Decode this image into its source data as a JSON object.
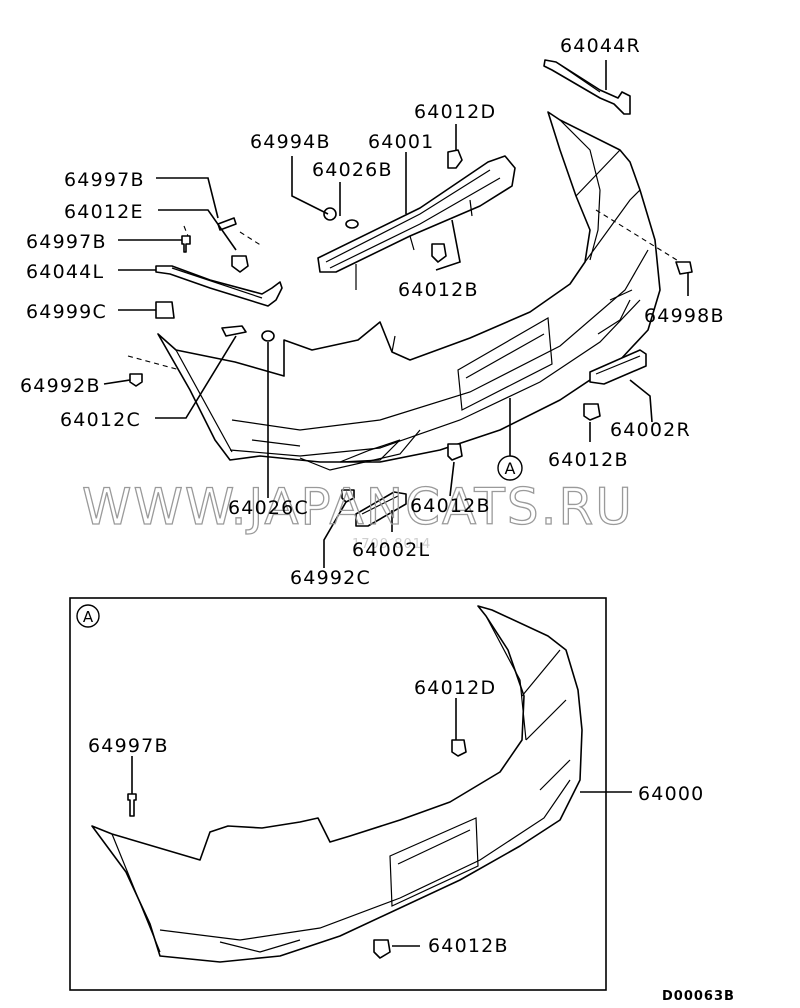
{
  "labels": {
    "p64044R": "64044R",
    "p64012D": "64012D",
    "p64994B": "64994B",
    "p64001": "64001",
    "p64026B": "64026B",
    "p64997B_top": "64997B",
    "p64012E": "64012E",
    "p64997B_mid": "64997B",
    "p64044L": "64044L",
    "p64012B_upper": "64012B",
    "p64999C": "64999C",
    "p64998B": "64998B",
    "p64992B": "64992B",
    "p64012C": "64012C",
    "p64002R": "64002R",
    "p64012B_right": "64012B",
    "p64026C": "64026C",
    "p64012B_center": "64012B",
    "p64002L": "64002L",
    "p64992C": "64992C",
    "inset_64012D": "64012D",
    "inset_64997B": "64997B",
    "inset_64000": "64000",
    "inset_64012B": "64012B"
  },
  "callout_letter": "A",
  "inset_callout_letter": "A",
  "watermark": "WWW.JAPANCATS.RU",
  "watermark_code": "1709 8014",
  "drawing_code": "D00063B"
}
